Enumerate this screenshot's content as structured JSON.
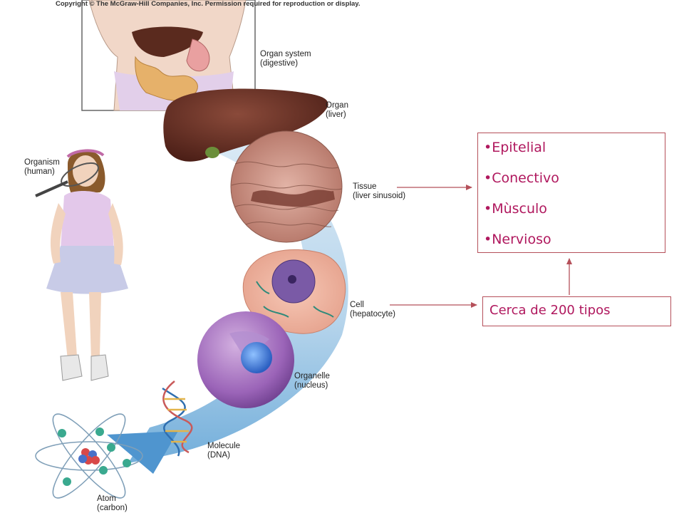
{
  "copyright": "Copyright © The McGraw-Hill Companies, Inc. Permission required for reproduction or display.",
  "levels": {
    "organ_system": {
      "line1": "Organ system",
      "line2": "(digestive)"
    },
    "organ": {
      "line1": "Organ",
      "line2": "(liver)"
    },
    "organism": {
      "line1": "Organism",
      "line2": "(human)"
    },
    "tissue": {
      "line1": "Tissue",
      "line2": "(liver sinusoid)"
    },
    "cell": {
      "line1": "Cell",
      "line2": "(hepatocyte)"
    },
    "organelle": {
      "line1": "Organelle",
      "line2": "(nucleus)"
    },
    "molecule": {
      "line1": "Molecule",
      "line2": "(DNA)"
    },
    "atom": {
      "line1": "Atom",
      "line2": "(carbon)"
    }
  },
  "tissue_types": [
    "•Epitelial",
    "•Conectivo",
    "•Mùsculo",
    "•Nervioso"
  ],
  "cell_types": "Cerca de 200 tipos",
  "colors": {
    "accent_text": "#b0185e",
    "box_border": "#b5505a",
    "arrow": "#b5505a"
  }
}
